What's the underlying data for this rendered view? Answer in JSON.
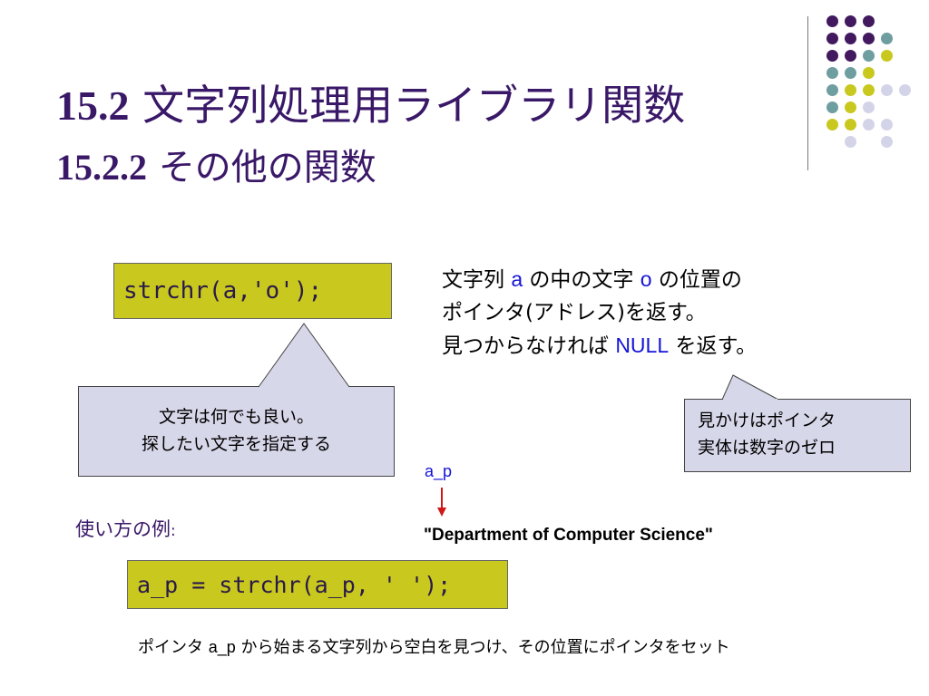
{
  "title": {
    "line1_number": "15.2",
    "line1_text": "文字列処理用ライブラリ関数",
    "line2_number": "15.2.2",
    "line2_text": "その他の関数"
  },
  "code1": "strchr(a,'o');",
  "description": {
    "line1_a": "文字列",
    "line1_var1": "a",
    "line1_b": "の中の文字",
    "line1_var2": "o",
    "line1_c": "の位置の",
    "line2": "ポインタ(アドレス)を返す。",
    "line3_a": "見つからなければ",
    "line3_null": "NULL",
    "line3_b": "を返す。"
  },
  "callout_left": {
    "line1": "文字は何でも良い。",
    "line2": "探したい文字を指定する"
  },
  "callout_right": {
    "line1": "見かけはポインタ",
    "line2": "実体は数字のゼロ"
  },
  "pointer_label": "a_p",
  "sample_string": "\"Department of Computer Science\"",
  "usage_label": "使い方の例",
  "usage_colon": ":",
  "code2": "a_p = strchr(a_p, ' ');",
  "note": {
    "pre": "ポインタ",
    "var": "a_p",
    "post": "から始まる文字列から空白を見つけ、その位置にポインタをセット"
  },
  "colors": {
    "title": "#3a1868",
    "code_bg": "#c9c81e",
    "callout_bg": "#d7d7ea",
    "highlight": "#1414d8",
    "arrow": "#d01818",
    "dot_purple": "#42195f",
    "dot_teal": "#6f9ea0",
    "dot_olive": "#c9c81e",
    "dot_lavender": "#d4d4e8"
  }
}
